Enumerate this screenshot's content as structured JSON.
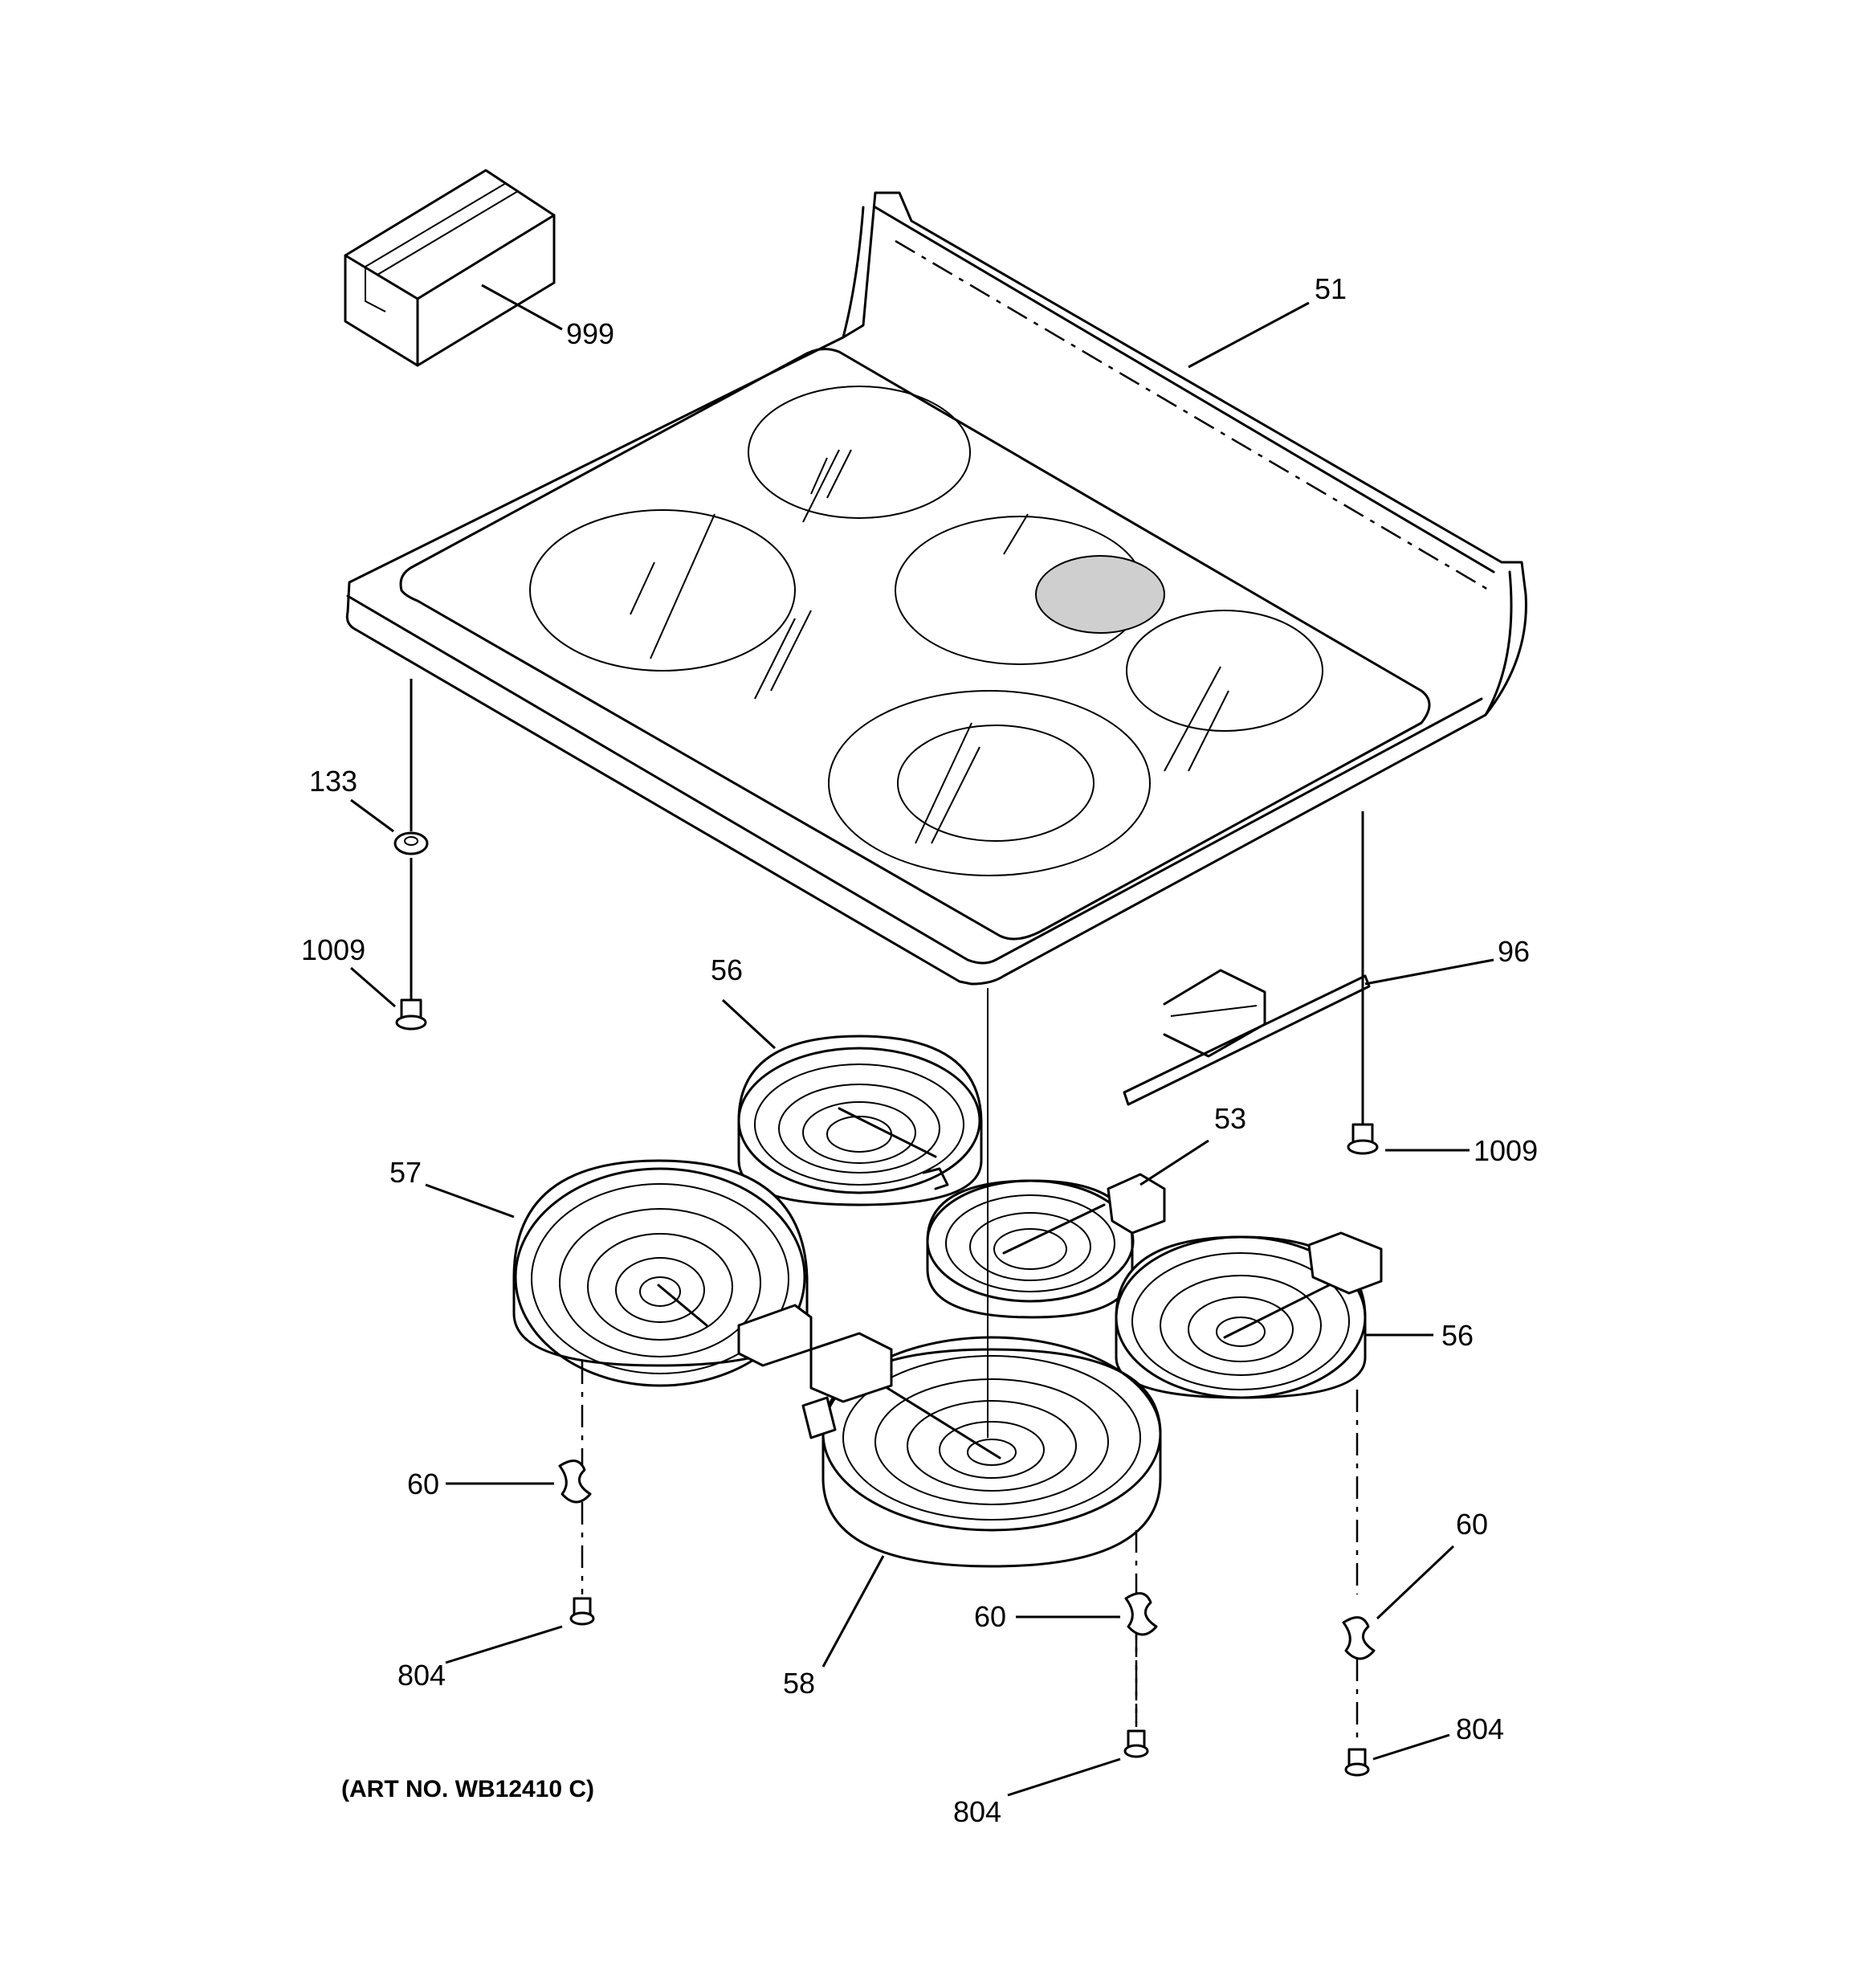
{
  "labels": {
    "p999": "999",
    "p51": "51",
    "p133": "133",
    "p1009_left": "1009",
    "p1009_right": "1009",
    "p96": "96",
    "p56_top": "56",
    "p56_right": "56",
    "p53": "53",
    "p57": "57",
    "p58": "58",
    "p60_left": "60",
    "p60_center": "60",
    "p60_right": "60",
    "p804_left": "804",
    "p804_center": "804",
    "p804_right": "804"
  },
  "art_no": "(ART NO. WB12410 C)"
}
